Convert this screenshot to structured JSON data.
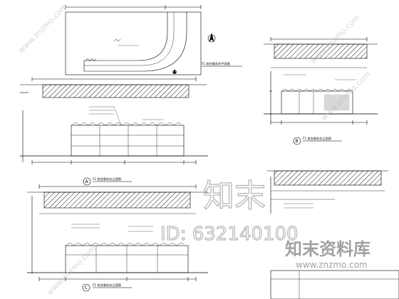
{
  "drawings": {
    "plan_b": {
      "title": "F1 前台服务台平面图"
    },
    "elevation_a": {
      "title": "F1 前台服务台立面图",
      "marker": "A"
    },
    "elevation_b": {
      "title": "F1 前台服务台立面图",
      "marker": "B"
    },
    "elevation_c": {
      "title": "F1 前台服务台立面图",
      "marker": "C"
    }
  },
  "watermark": {
    "big_text": "知末",
    "id_text": "ID: 632140100",
    "logo_text": "知末资料库",
    "url_text": "www.znzmo.com",
    "diag_text": "www.znzmo.com"
  }
}
